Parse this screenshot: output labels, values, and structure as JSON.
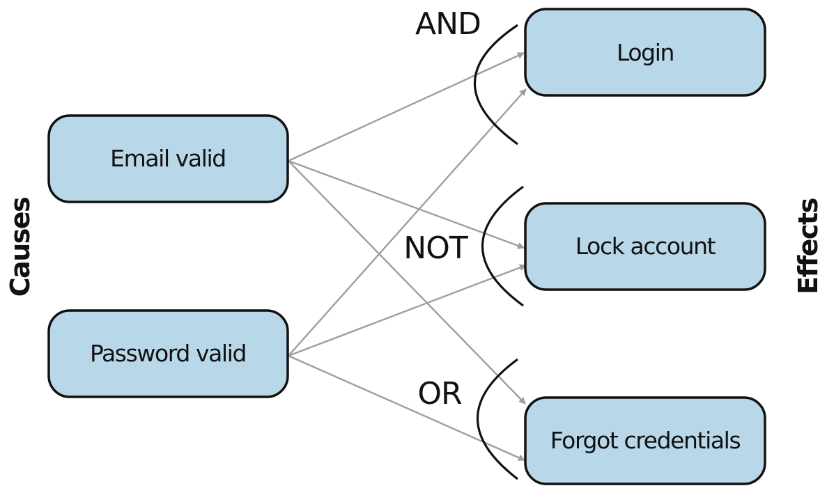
{
  "axis_labels": {
    "causes": "Causes",
    "effects": "Effects"
  },
  "causes": [
    {
      "id": "email",
      "label": "Email valid"
    },
    {
      "id": "password",
      "label": "Password valid"
    }
  ],
  "effects": [
    {
      "id": "login",
      "label": "Login"
    },
    {
      "id": "lock",
      "label": "Lock account"
    },
    {
      "id": "forgot",
      "label": "Forgot credentials"
    }
  ],
  "gates": [
    {
      "effect": "login",
      "label": "AND"
    },
    {
      "effect": "lock",
      "label": "NOT"
    },
    {
      "effect": "forgot",
      "label": "OR"
    }
  ],
  "connections": [
    {
      "from": "email",
      "to": "login"
    },
    {
      "from": "email",
      "to": "lock"
    },
    {
      "from": "email",
      "to": "forgot"
    },
    {
      "from": "password",
      "to": "login"
    },
    {
      "from": "password",
      "to": "lock"
    },
    {
      "from": "password",
      "to": "forgot"
    }
  ],
  "colors": {
    "node_fill": "#b8d8ea",
    "node_border": "#111111",
    "edge": "#9e9e9e"
  }
}
